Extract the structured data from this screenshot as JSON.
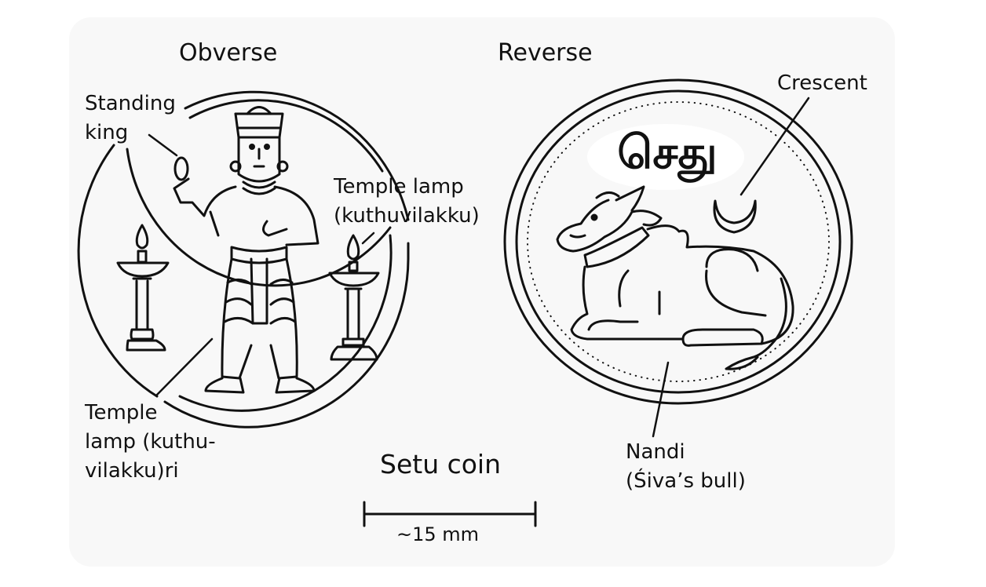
{
  "headings": {
    "obverse": "Obverse",
    "reverse": "Reverse"
  },
  "labels": {
    "standing_king": [
      "Standing",
      "king"
    ],
    "temple_lamp_right": [
      "Temple lamp",
      "(kuthuvilakku)"
    ],
    "temple_lamp_left": [
      "Temple",
      "lamp (kuthu-",
      "vilakku)ri"
    ],
    "crescent": "Crescent",
    "nandi": [
      "Nandi",
      "(Śiva’s bull)"
    ]
  },
  "coin_legend": "செது",
  "caption": "Setu coin",
  "scale": {
    "label": "~15 mm",
    "value_mm": 15
  }
}
